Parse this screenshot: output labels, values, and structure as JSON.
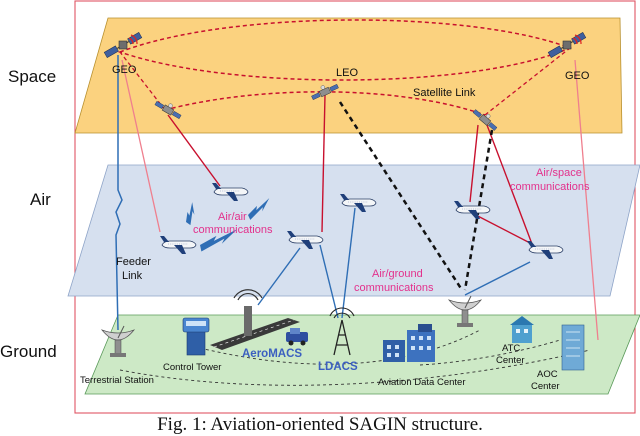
{
  "layers": {
    "space": "Space",
    "air": "Air",
    "ground": "Ground"
  },
  "space_labels": {
    "geo_left": "GEO",
    "geo_right": "GEO",
    "leo": "LEO",
    "satellite_link": "Satellite Link"
  },
  "air_labels": {
    "air_air_line1": "Air/air",
    "air_air_line2": "communications",
    "air_space_line1": "Air/space",
    "air_space_line2": "communications",
    "air_ground_line1": "Air/ground",
    "air_ground_line2": "communications",
    "feeder_line1": "Feeder",
    "feeder_line2": "Link"
  },
  "ground_labels": {
    "terrestrial_station": "Terrestrial Station",
    "control_tower": "Control Tower",
    "aeromacs": "AeroMACS",
    "ldacs": "LDACS",
    "aviation_data_center": "Aviation Data Center",
    "atc_line1": "ATC",
    "atc_line2": "Center",
    "aoc_line1": "AOC",
    "aoc_line2": "Center"
  },
  "caption": "Fig. 1: Aviation-oriented SAGIN structure.",
  "colors": {
    "space_plane": "#fbd27f",
    "air_plane": "#d6e0ef",
    "ground_plane": "#cde9c6",
    "red_link": "#c8102e",
    "blue_link": "#2f6eb5",
    "pink_text": "#e3318c",
    "frame": "#e05565",
    "ldacs_text": "#3b5fc0"
  },
  "icons": {
    "satellite": "satellite-icon",
    "aircraft": "aircraft-icon",
    "dish": "satellite-dish-icon",
    "tower": "control-tower-icon",
    "radio_mast": "radio-mast-icon",
    "building": "building-icon"
  }
}
